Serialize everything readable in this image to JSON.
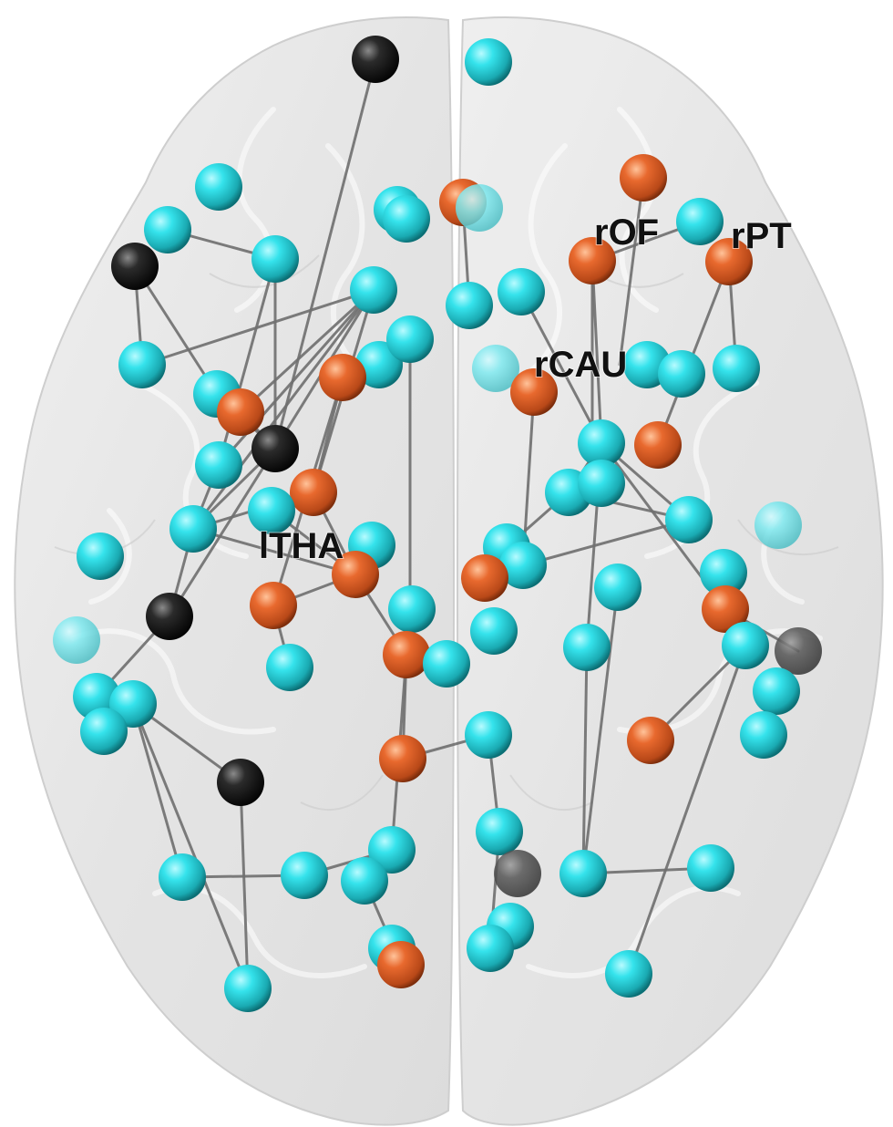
{
  "figure": {
    "labels": [
      {
        "id": "rOF",
        "text": "rOF"
      },
      {
        "id": "rPT",
        "text": "rPT"
      },
      {
        "id": "rCAU",
        "text": "rCAU"
      },
      {
        "id": "lTHA",
        "text": "lTHA"
      }
    ],
    "colors": {
      "cyan": "#35e3ec",
      "orange": "#e8692e",
      "dark": "#2b2b2b",
      "brain": "#e6e6e6",
      "edge": "#6f6f6f"
    }
  }
}
